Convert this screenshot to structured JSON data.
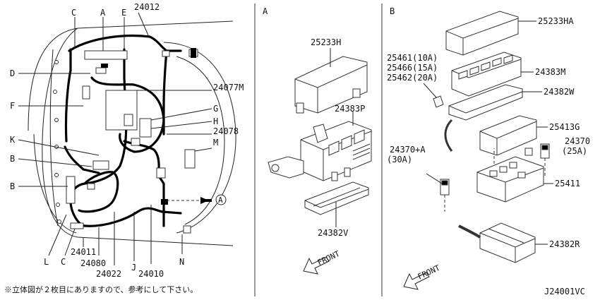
{
  "panel_a": {
    "title": "A",
    "labels": {
      "fusebox_cover": "25233H",
      "fusebox_body": "24383P",
      "fusebox_bottom": "24382V",
      "front": "FRONT"
    }
  },
  "panel_b": {
    "title": "B",
    "labels": {
      "cover": "25233HA",
      "fuse_10a": "25461(10A)",
      "fuse_15a": "25466(15A)",
      "fuse_20a": "25462(20A)",
      "block": "24383M",
      "bracket": "24382W",
      "relay_cover": "25413G",
      "fuse_25a_no": "24370",
      "fuse_25a_amp": "(25A)",
      "fuse_30a_no": "24370+A",
      "fuse_30a_amp": "(30A)",
      "relay_block": "25411",
      "lower_cover": "24382R",
      "front": "FRONT"
    }
  },
  "main": {
    "labels": {
      "C_top": "C",
      "A": "A",
      "E": "E",
      "harness_top": "24012",
      "D": "D",
      "F": "F",
      "K": "K",
      "B1": "B",
      "B2": "B",
      "harness_main": "24077M",
      "G": "G",
      "H": "H",
      "harness_24078": "24078",
      "M": "M",
      "ref_A": "A",
      "L": "L",
      "C_bottom": "C",
      "J": "J",
      "N": "N",
      "harness_24011": "24011",
      "harness_24080": "24080",
      "harness_24022": "24022",
      "harness_24010": "24010"
    },
    "note": "※立体図が２枚目にありますので、参考にして下さい。"
  },
  "diagram_code": "J24001VC"
}
